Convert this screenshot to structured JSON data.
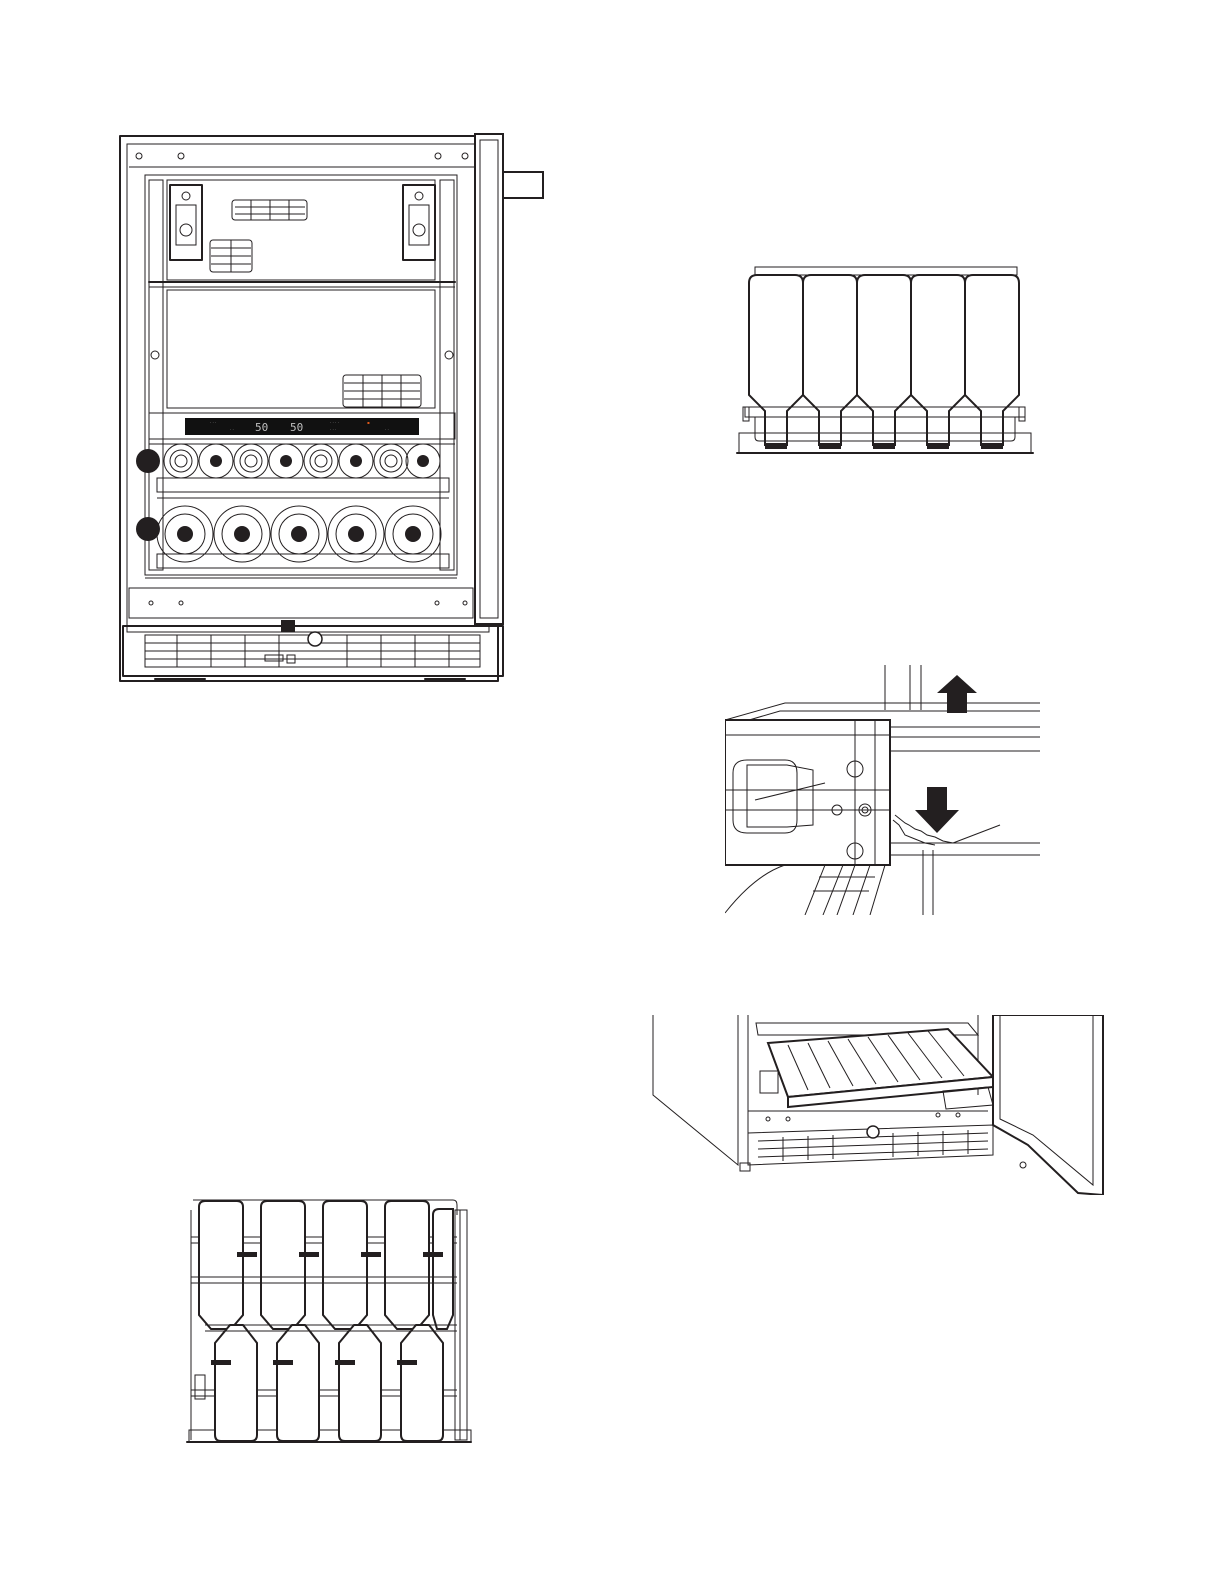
{
  "page": {
    "background": "#ffffff",
    "line_color": "#231f20"
  },
  "figures": [
    {
      "id": "cabinet-front",
      "subject": "beverage-center-front-view"
    },
    {
      "id": "wine-rack-front",
      "subject": "wine-rack-front-view"
    },
    {
      "id": "shelf-rail-detail",
      "subject": "shelf-removal-detail"
    },
    {
      "id": "cabinet-door-open",
      "subject": "cabinet-with-door-open"
    },
    {
      "id": "wine-rack-top",
      "subject": "wine-rack-top-view"
    }
  ],
  "control_panel": {
    "left_zone_temp": "50",
    "right_zone_temp": "50",
    "display_color": "#111111",
    "accent_color": "#e35a1a"
  }
}
